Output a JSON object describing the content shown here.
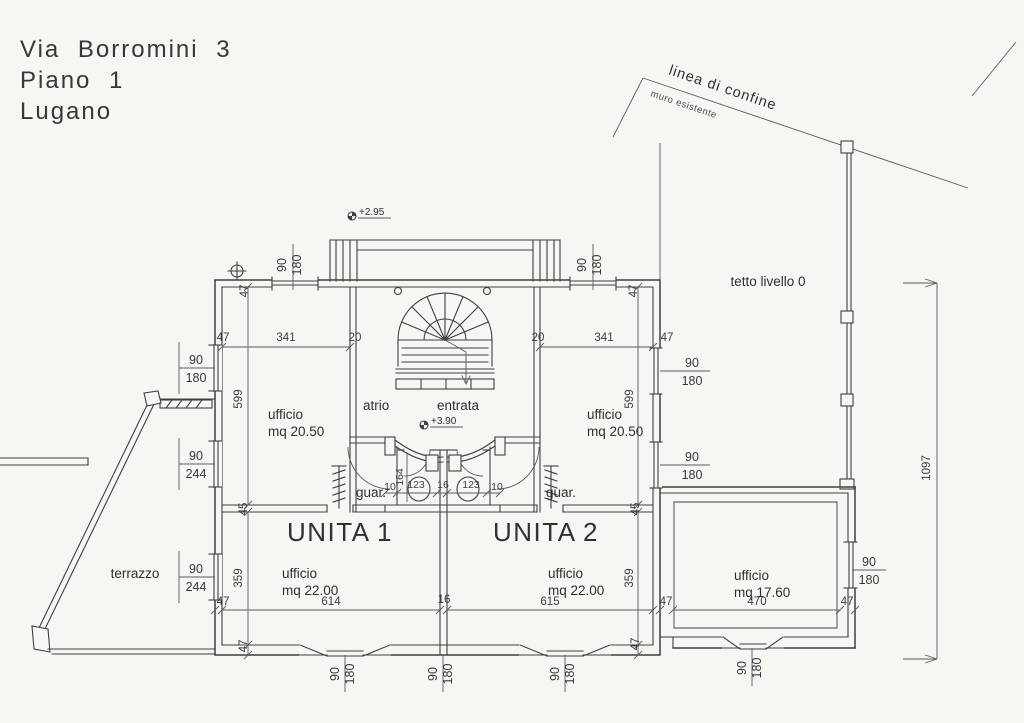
{
  "title": {
    "address": "Via Borromini 3",
    "floor": "Piano 1",
    "city": "Lugano"
  },
  "site": {
    "boundary_label": "linea di confine",
    "existing_wall_label": "muro esistente",
    "roof_label": "tetto livello 0",
    "terrace_label": "terrazzo"
  },
  "levels": {
    "upper": "+2.95",
    "entry": "+3.90"
  },
  "rooms": {
    "atrio": "atrio",
    "entrata": "entrata",
    "guar": "guar.",
    "office": "ufficio",
    "area_2050": "mq 20.50",
    "area_2200": "mq 22.00",
    "area_1760": "mq 17.60"
  },
  "units": {
    "name": "UNITA",
    "n1": "1",
    "n2": "2"
  },
  "dims": {
    "d341": "341",
    "d20": "20",
    "d47": "47",
    "d599": "599",
    "d45": "45",
    "d359": "359",
    "d614": "614",
    "d615": "615",
    "d16": "16",
    "d470": "470",
    "d1097": "1097",
    "d90": "90",
    "d180": "180",
    "d244": "244",
    "d10": "10",
    "d123": "123",
    "d164": "164"
  },
  "colors": {
    "paper": "#f6f6f3",
    "ink": "#3d4043",
    "dim_ink": "#595c5f"
  }
}
